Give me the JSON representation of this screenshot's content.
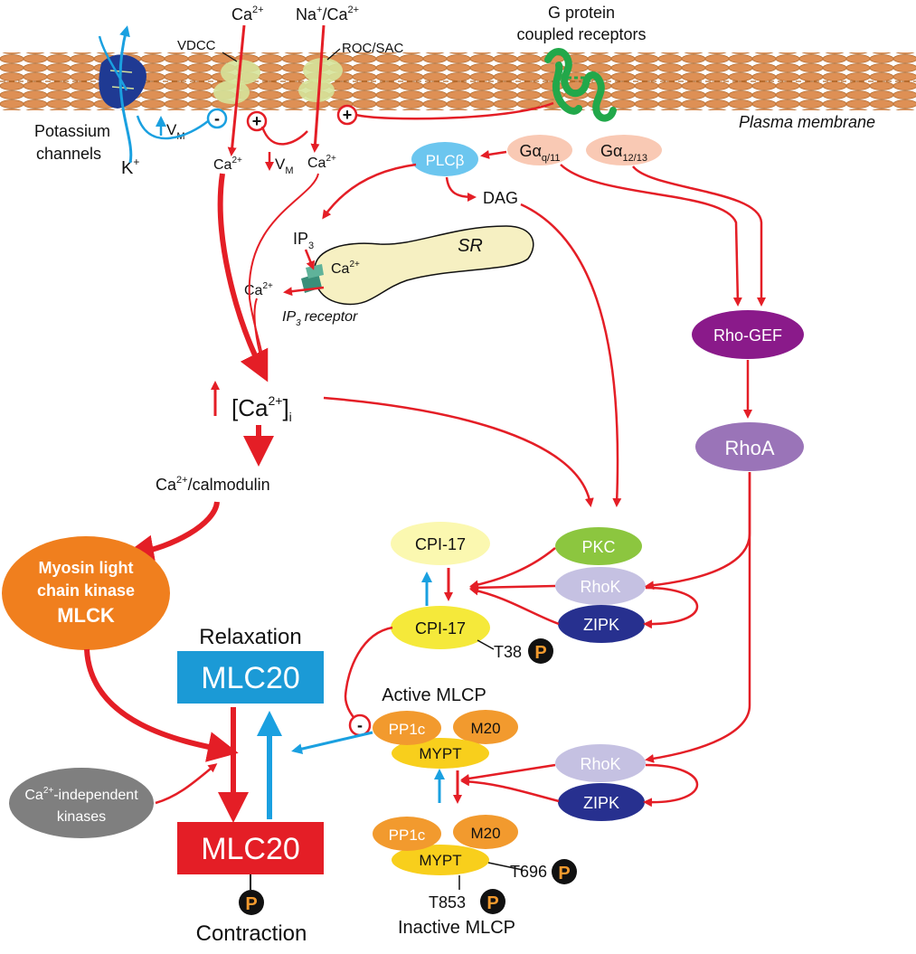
{
  "membrane": {
    "label": "Plasma membrane",
    "gpcr_line1": "G protein",
    "gpcr_line2": "coupled receptors"
  },
  "channels": {
    "ca_top": "Ca",
    "ca_sup": "2+",
    "naca_top_a": "Na",
    "naca_top_sup1": "+",
    "naca_top_b": "/Ca",
    "naca_top_sup2": "2+",
    "vdcc": "VDCC",
    "rocsac": "ROC/SAC",
    "potassium_line1": "Potassium",
    "potassium_line2": "channels",
    "k_label": "K",
    "k_sup": "+",
    "vm_up": "V",
    "vm_sub": "M",
    "vm_down": "V",
    "ca_in_left": "Ca",
    "ca_in_right": "Ca",
    "minus_sign": "-",
    "plus_sign": "+"
  },
  "signaling": {
    "plcb": "PLCβ",
    "gaq_base": "Gα",
    "gaq_sub": "q/11",
    "ga12_base": "Gα",
    "ga12_sub": "12/13",
    "dag": "DAG",
    "ip3": "IP",
    "ip3_sub": "3",
    "sr": "SR",
    "sr_ca": "Ca",
    "sr_ca_sup": "2+",
    "ca_released": "Ca",
    "ip3_receptor_a": "IP",
    "ip3_receptor_sub": "3",
    "ip3_receptor_b": "receptor",
    "rhogef": "Rho-GEF",
    "rhoa": "RhoA"
  },
  "calcium": {
    "ca_i_a": "[Ca",
    "ca_i_sup": "2+",
    "ca_i_b": "]",
    "ca_i_sub": "i",
    "calmodulin_a": "Ca",
    "calmodulin_sup": "2+",
    "calmodulin_b": "/calmodulin"
  },
  "kinases": {
    "mlck_line1": "Myosin light",
    "mlck_line2": "chain kinase",
    "mlck_line3": "MLCK",
    "ca_indep_sup": "2+",
    "ca_indep_line1": "-independent",
    "ca_indep_line2": "kinases",
    "ca_indep_ca": "Ca",
    "pkc": "PKC",
    "rhok_top": "RhoK",
    "zipk_top": "ZIPK",
    "rhok_bottom": "RhoK",
    "zipk_bottom": "ZIPK"
  },
  "cpi17": {
    "cpi17_upper": "CPI-17",
    "cpi17_lower": "CPI-17",
    "t38": "T38"
  },
  "mlcp": {
    "active_label": "Active MLCP",
    "inactive_label": "Inactive MLCP",
    "pp1c_active": "PP1c",
    "m20_active": "M20",
    "mypt_active": "MYPT",
    "pp1c_inactive": "PP1c",
    "m20_inactive": "M20",
    "mypt_inactive": "MYPT",
    "t696": "T696",
    "t853": "T853"
  },
  "mlc20": {
    "relaxation_label": "Relaxation",
    "mlc20_relaxed": "MLC20",
    "mlc20_contracted": "MLC20",
    "contraction_label": "Contraction",
    "phospho": "P"
  },
  "colors": {
    "arrow_red": "#e41e26",
    "arrow_blue": "#1aa0e0",
    "membrane_orange": "#d98a4a",
    "gpcr_green": "#22a84a",
    "mlc_blue": "#1b9ad6",
    "mlc_red": "#e41e26",
    "mlck_orange": "#f07f1e",
    "rhogef_purple": "#8a1a8a",
    "rhoa_purple": "#9a74b8",
    "pkc_green": "#8cc63f",
    "rhok_lavender": "#c5c1e2",
    "zipk_navy": "#27308f",
    "cpi17_yellow": "#f5e93a",
    "cpi17_pale": "#fbf8b0",
    "pp1c_orange": "#f29a2e",
    "mypt_yellow": "#f8cf1c",
    "gprot_pink": "#f9c9b4",
    "plcb_blue": "#6cc6ef",
    "sr_cream": "#f6f0c2",
    "ca_indep_gray": "#7f7f7f"
  }
}
